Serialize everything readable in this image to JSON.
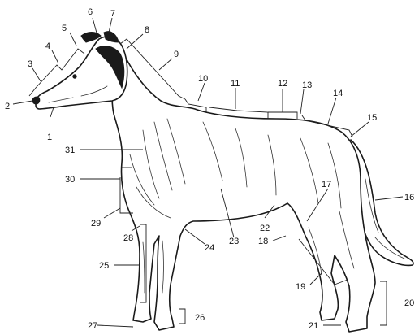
{
  "diagram": {
    "labels": [
      "1",
      "2",
      "3",
      "4",
      "5",
      "6",
      "7",
      "8",
      "9",
      "10",
      "11",
      "12",
      "13",
      "14",
      "15",
      "16",
      "17",
      "18",
      "19",
      "20",
      "21",
      "22",
      "23",
      "24",
      "25",
      "26",
      "27",
      "28",
      "29",
      "30",
      "31"
    ]
  }
}
